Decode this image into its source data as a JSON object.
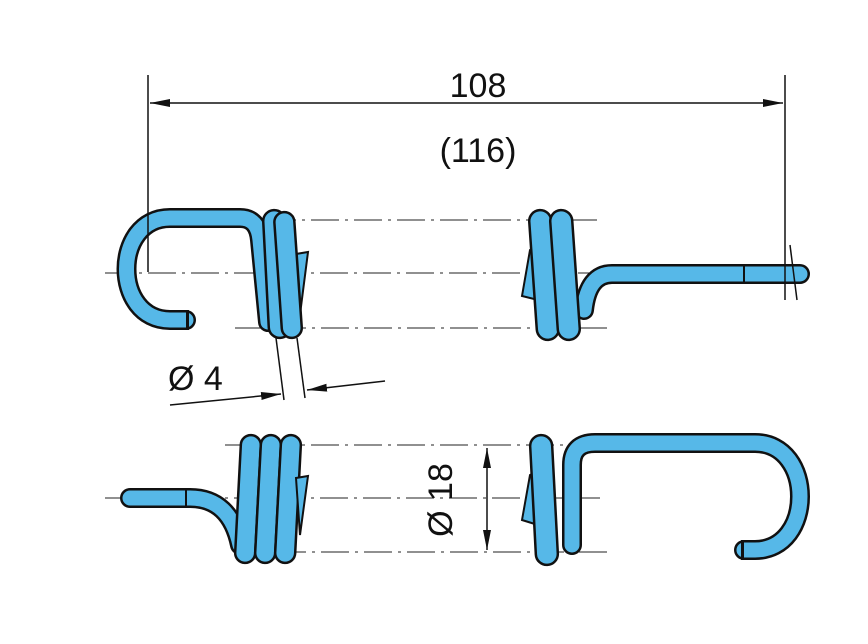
{
  "dimensions": {
    "length": "108",
    "length_alt": "(116)",
    "wire_diameter": "Ø 4",
    "coil_diameter": "Ø 18"
  },
  "colors": {
    "spring": "#56b8e8",
    "line": "#111111"
  }
}
